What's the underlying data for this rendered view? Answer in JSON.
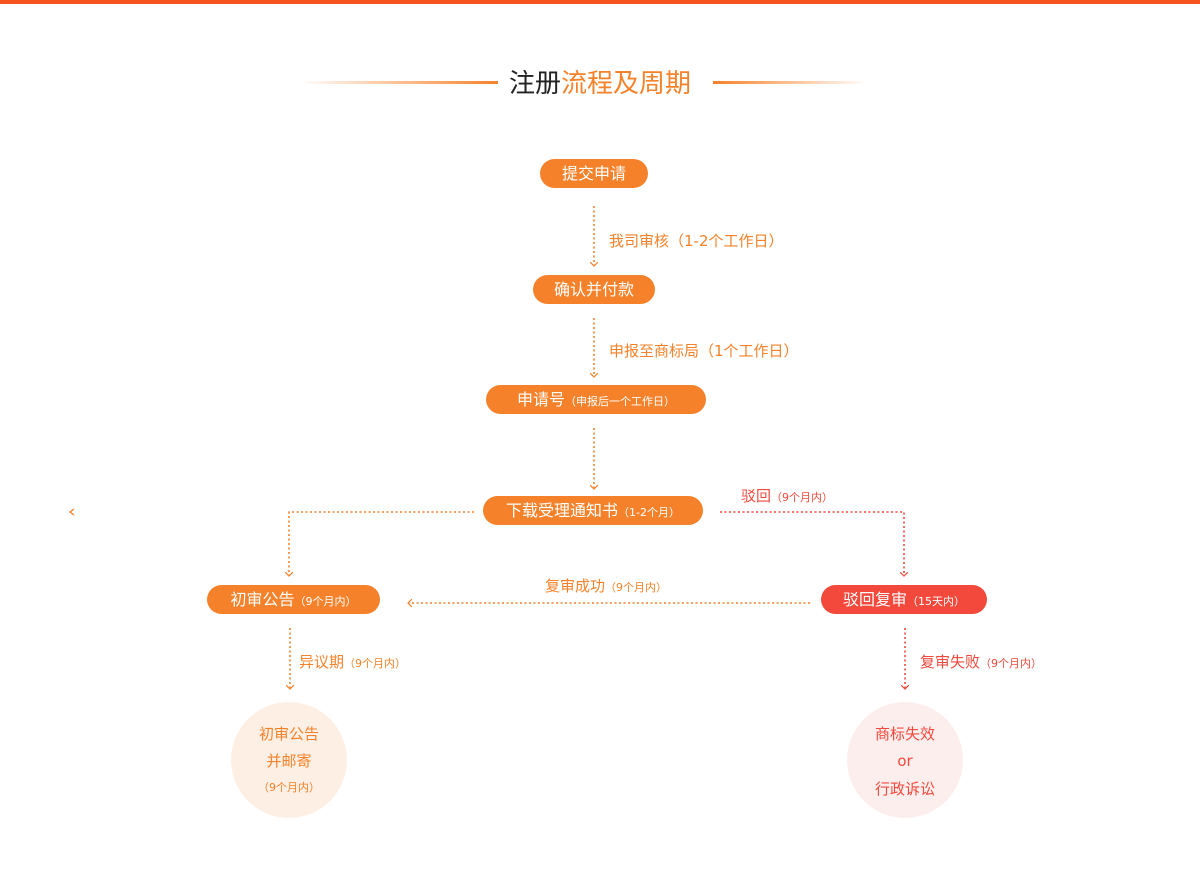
{
  "title": {
    "part1": "注册",
    "part2": "流程及周期"
  },
  "nodes": {
    "submit": {
      "label": "提交申请"
    },
    "confirm": {
      "label": "确认并付款"
    },
    "app_no": {
      "label": "申请号",
      "note": "（申报后一个工作日）"
    },
    "download": {
      "label": "下载受理通知书",
      "note": "（1-2个月）"
    },
    "prelim": {
      "label": "初审公告",
      "note": "（9个月内）"
    },
    "review": {
      "label": "驳回复审",
      "note": "（15天内）"
    }
  },
  "edges": {
    "e1": {
      "label": "我司审核（1-2个工作日）"
    },
    "e2": {
      "label": "申报至商标局（1个工作日）"
    },
    "reject": {
      "label": "驳回",
      "note": "（9个月内）"
    },
    "review_ok": {
      "label": "复审成功",
      "note": "（9个月内）"
    },
    "objection": {
      "label": "异议期",
      "note": "（9个月内）"
    },
    "review_fail": {
      "label": "复审失败",
      "note": "（9个月内）"
    }
  },
  "outcomes": {
    "success": {
      "line1": "初审公告",
      "line2": "并邮寄",
      "note": "（9个月内）"
    },
    "fail": {
      "line1": "商标失效",
      "line2": "or",
      "line3": "行政诉讼"
    }
  },
  "colors": {
    "top_bar": "#f7531c",
    "orange": "#f5822a",
    "red": "#f2493c"
  }
}
